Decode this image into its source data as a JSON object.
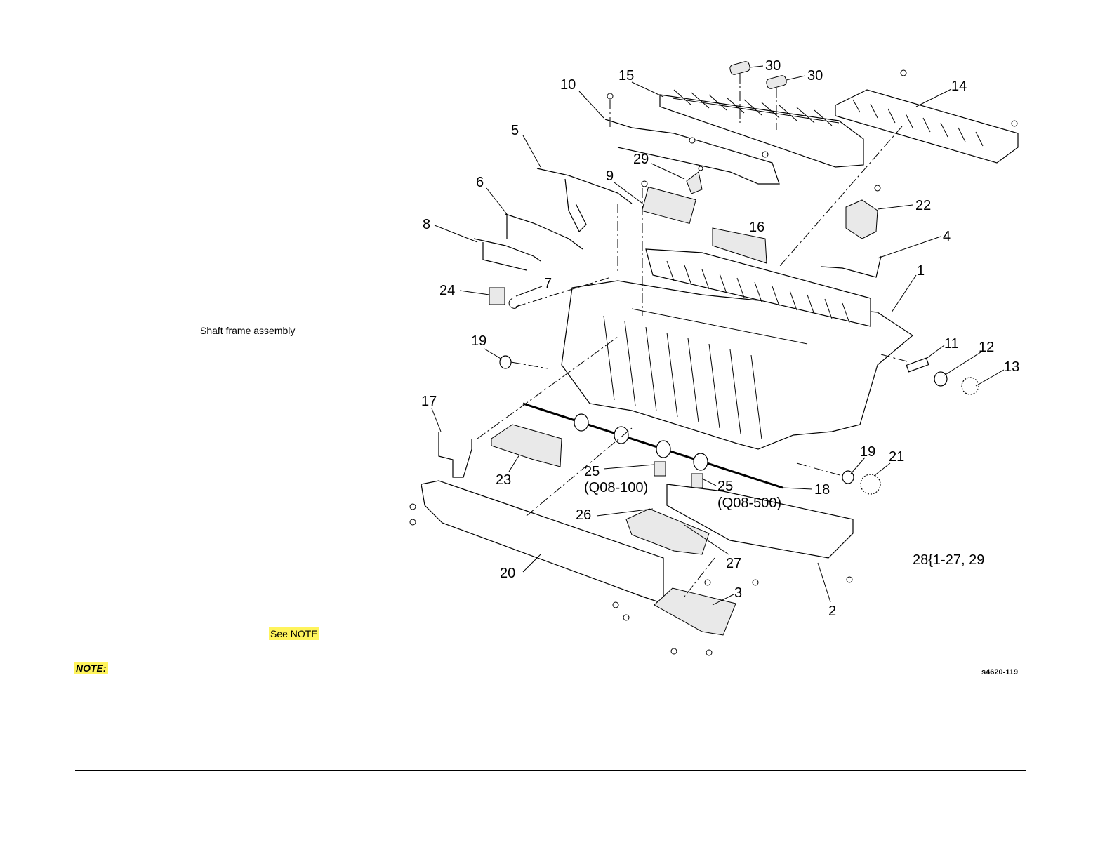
{
  "labels": {
    "shaft_frame": "Shaft frame assembly",
    "see_note": "See NOTE",
    "note": "NOTE:",
    "figure_id": "s4620-119"
  },
  "callouts": {
    "c30a": "30",
    "c30b": "30",
    "c15": "15",
    "c14": "14",
    "c10": "10",
    "c5": "5",
    "c29": "29",
    "c9": "9",
    "c6": "6",
    "c22": "22",
    "c8": "8",
    "c16": "16",
    "c4": "4",
    "c1": "1",
    "c24": "24",
    "c7": "7",
    "c19a": "19",
    "c11": "11",
    "c12": "12",
    "c13": "13",
    "c17": "17",
    "c19b": "19",
    "c21": "21",
    "c25a": "25",
    "c25b": "25",
    "q08_100": "(Q08-100)",
    "q08_500": "(Q08-500)",
    "c18": "18",
    "c23": "23",
    "c26": "26",
    "c27": "27",
    "c20": "20",
    "c3": "3",
    "c2": "2",
    "kit": "28{1-27, 29"
  }
}
